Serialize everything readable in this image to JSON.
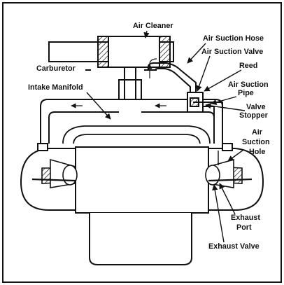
{
  "diagram": {
    "labels": {
      "air_cleaner": "Air Cleaner",
      "air_suction_hose": "Air Suction Hose",
      "air_suction_valve": "Air Suction Valve",
      "carburetor": "Carburetor",
      "reed": "Reed",
      "intake_manifold": "Intake Manifold",
      "air_suction_pipe_1": "Air Suction",
      "air_suction_pipe_2": "Pipe",
      "valve_stopper_1": "Valve",
      "valve_stopper_2": "Stopper",
      "air_suction_hole_1": "Air",
      "air_suction_hole_2": "Suction",
      "air_suction_hole_3": "Hole",
      "exhaust_port_1": "Exhaust",
      "exhaust_port_2": "Port",
      "exhaust_valve": "Exhaust Valve"
    },
    "colors": {
      "ink": "#111111",
      "paper": "#ffffff"
    }
  }
}
